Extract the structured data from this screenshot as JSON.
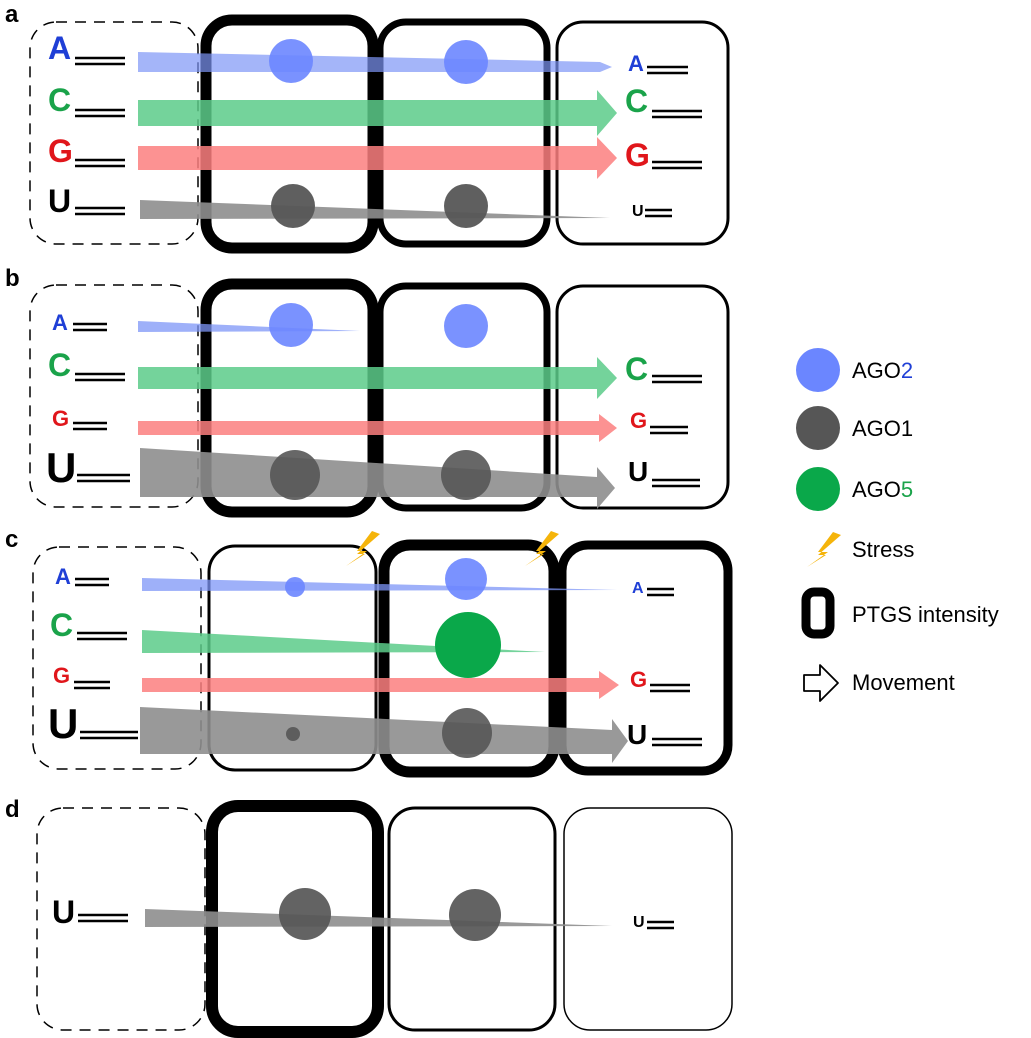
{
  "colors": {
    "A": "#1f3fd6",
    "C": "#1aa34a",
    "G": "#e0161b",
    "U": "#000000",
    "ago2": "#6b86ff",
    "ago1": "#565656",
    "ago5": "#0aa84a",
    "arrowA": "#7d96f7",
    "arrowC": "#5ccb8a",
    "arrowG": "#fc7f7f",
    "arrowU": "#8e8e8e",
    "stress": "#f5b40a"
  },
  "panels": [
    {
      "label": "a"
    },
    {
      "label": "b"
    },
    {
      "label": "c"
    },
    {
      "label": "d"
    }
  ],
  "nucleotides": {
    "A": "A",
    "C": "C",
    "G": "G",
    "U": "U"
  },
  "legend": {
    "ago2": {
      "prefix": "AGO",
      "suffix": "2",
      "icon": "blue-circle-icon"
    },
    "ago1": {
      "text": "AGO1",
      "icon": "gray-circle-icon"
    },
    "ago5": {
      "prefix": "AGO",
      "suffix": "5",
      "icon": "green-circle-icon"
    },
    "stress": {
      "text": "Stress",
      "icon": "lightning-bolt-icon"
    },
    "ptgs": {
      "text": "PTGS intensity",
      "icon": "thick-rounded-square-icon"
    },
    "movement": {
      "text": "Movement",
      "icon": "outline-arrow-icon"
    }
  }
}
